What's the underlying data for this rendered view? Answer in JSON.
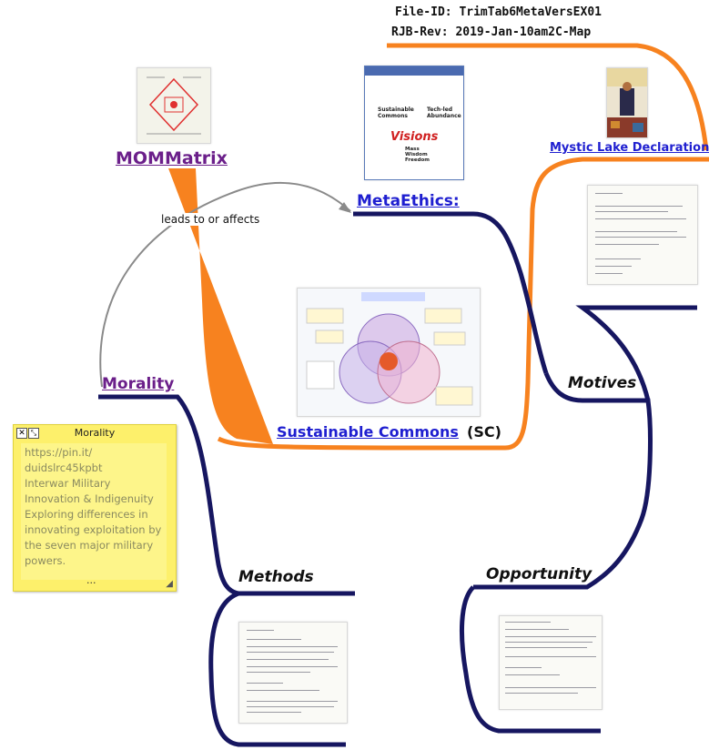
{
  "header": {
    "file_id": "File-ID:  TrimTab6MetaVersEX01",
    "rev": "RJB-Rev:  2019-Jan-10am2C-Map"
  },
  "topics": {
    "mommatrix": "MOMMatrix",
    "metaethics": "MetaEthics:",
    "mystic_lake": "Mystic Lake Declaration",
    "morality": "Morality",
    "motives": "Motives",
    "sustainable_commons": "Sustainable Commons",
    "sc_suffix": "(SC)",
    "methods": "Methods",
    "opportunity": "Opportunity"
  },
  "link_label": "leads to or affects",
  "note": {
    "title": "Morality",
    "lines": "https://pin.it/\nduidslrc45kpbt\nInterwar Military\nInnovation & Indigenuity\nExploring differences in\ninnovating exploitation by\nthe seven major military\npowers.",
    "more": "..."
  },
  "thumbnails": {
    "vision_text_a": "Sustainable\nCommons",
    "vision_text_b": "Tech-led\nAbundance",
    "vision_word": "Visions",
    "vision_text_c": "Mass\nWisdom\nFreedom"
  },
  "colors": {
    "orange": "#f7821f",
    "navy": "#161660",
    "link_blue": "#1f1fd0",
    "link_purple": "#6b1f8a",
    "gray_arrow": "#8a8a8a"
  }
}
